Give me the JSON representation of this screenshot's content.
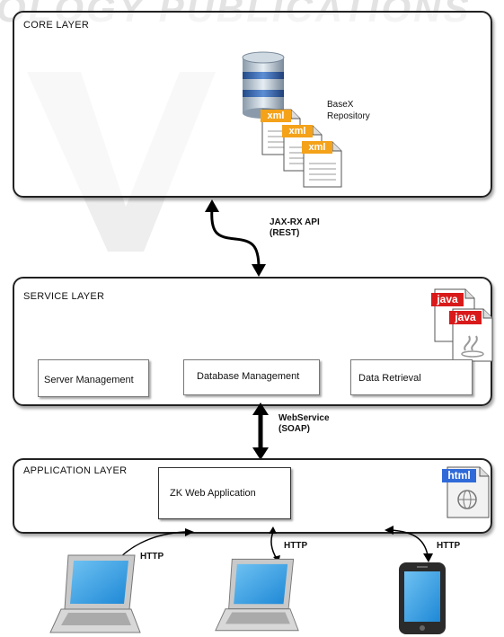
{
  "watermark": "OLOGY PUBLICATIONS",
  "core_layer": {
    "title": "CORE LAYER",
    "repository_label": "BaseX\nRepository",
    "file_tag": "xml"
  },
  "api_label": "JAX-RX API\n(REST)",
  "service_layer": {
    "title": "SERVICE LAYER",
    "file_tag": "java",
    "boxes": [
      "Server Management",
      "Database Management",
      "Data Retrieval"
    ]
  },
  "webservice_label": "WebService\n(SOAP)",
  "application_layer": {
    "title": "APPLICATION LAYER",
    "app_box": "ZK Web Application",
    "file_tag": "html"
  },
  "http_label": "HTTP"
}
